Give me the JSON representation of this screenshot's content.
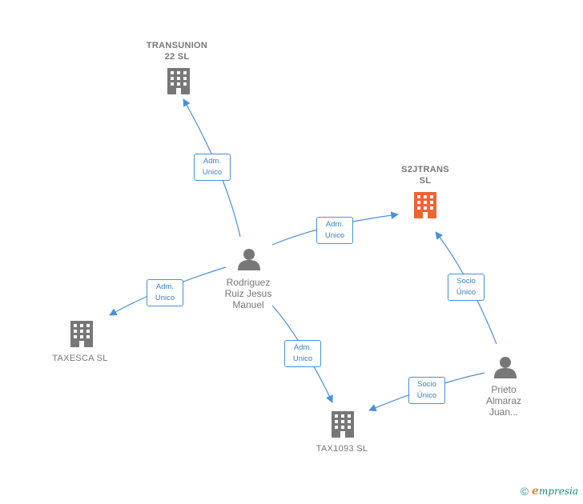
{
  "nodes": {
    "transunion": {
      "line1": "TRANSUNION",
      "line2": "22  SL"
    },
    "s2jtrans": {
      "line1": "S2JTRANS",
      "line2": "SL"
    },
    "taxesca": {
      "line1": "TAXESCA  SL"
    },
    "tax1093": {
      "line1": "TAX1093  SL"
    },
    "rodriguez": {
      "line1": "Rodriguez",
      "line2": "Ruiz Jesus",
      "line3": "Manuel"
    },
    "prieto": {
      "line1": "Prieto",
      "line2": "Almaraz",
      "line3": "Juan..."
    }
  },
  "edges": {
    "e1": {
      "line1": "Adm.",
      "line2": "Unico"
    },
    "e2": {
      "line1": "Adm.",
      "line2": "Unico"
    },
    "e3": {
      "line1": "Adm.",
      "line2": "Unico"
    },
    "e4": {
      "line1": "Adm.",
      "line2": "Unico"
    },
    "e5": {
      "line1": "Socio",
      "line2": "Único"
    },
    "e6": {
      "line1": "Socio",
      "line2": "Único"
    }
  },
  "colors": {
    "edge": "#4a90d9",
    "company": "#777777",
    "highlight_company": "#f26430",
    "person": "#777777"
  },
  "footer": {
    "copyright": "©",
    "brand_initial": "e",
    "brand_rest": "mpresia"
  }
}
